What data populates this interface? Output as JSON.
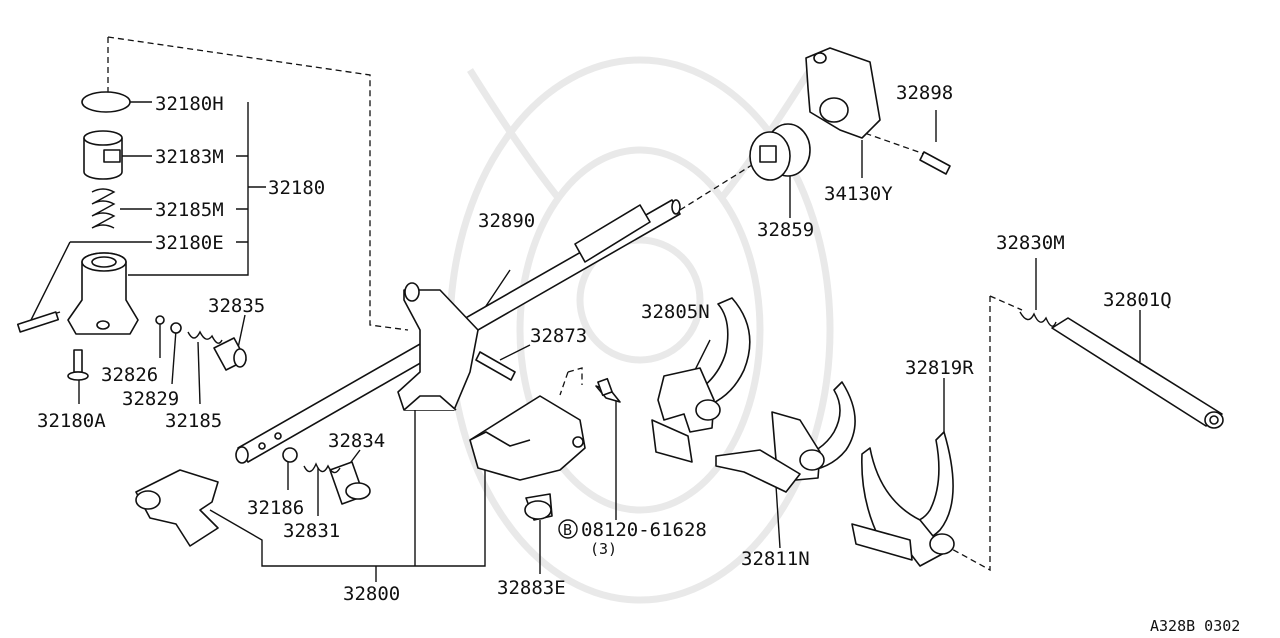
{
  "diagram": {
    "code": "A328B 0302",
    "labels": {
      "p32180H": "32180H",
      "p32183M": "32183M",
      "p32185M": "32185M",
      "p32180E": "32180E",
      "p32180": "32180",
      "p32835": "32835",
      "p32826": "32826",
      "p32829": "32829",
      "p32185": "32185",
      "p32180A": "32180A",
      "p32890": "32890",
      "p32873": "32873",
      "p32834": "32834",
      "p32186": "32186",
      "p32831": "32831",
      "p32800": "32800",
      "p32883E": "32883E",
      "p08120": "08120-61628",
      "p08120qty": "(3)",
      "bolt_mark": "B",
      "p32805N": "32805N",
      "p32811N": "32811N",
      "p32819R": "32819R",
      "p32859": "32859",
      "p34130Y": "34130Y",
      "p32898": "32898",
      "p32830M": "32830M",
      "p32801Q": "32801Q"
    }
  }
}
